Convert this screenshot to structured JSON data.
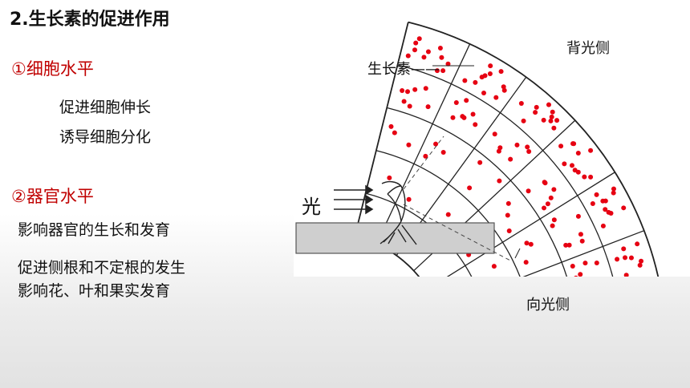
{
  "slide": {
    "title": "2.生长素的促进作用",
    "cell_level": {
      "heading": "①细胞水平",
      "items": [
        "促进细胞伸长",
        "诱导细胞分化"
      ]
    },
    "organ_level": {
      "heading": "②器官水平",
      "items": [
        "影响器官的生长和发育",
        "促进侧根和不定根的发生",
        "影响花、叶和果实发育"
      ]
    }
  },
  "figure": {
    "auxin_label": "生长素——",
    "back_side_label": "背光侧",
    "light_side_label": "向光侧",
    "light_label": "光"
  },
  "colors": {
    "accent": "#c00000",
    "auxin_dot": "#e60012",
    "soil": "#cfcfcf"
  }
}
